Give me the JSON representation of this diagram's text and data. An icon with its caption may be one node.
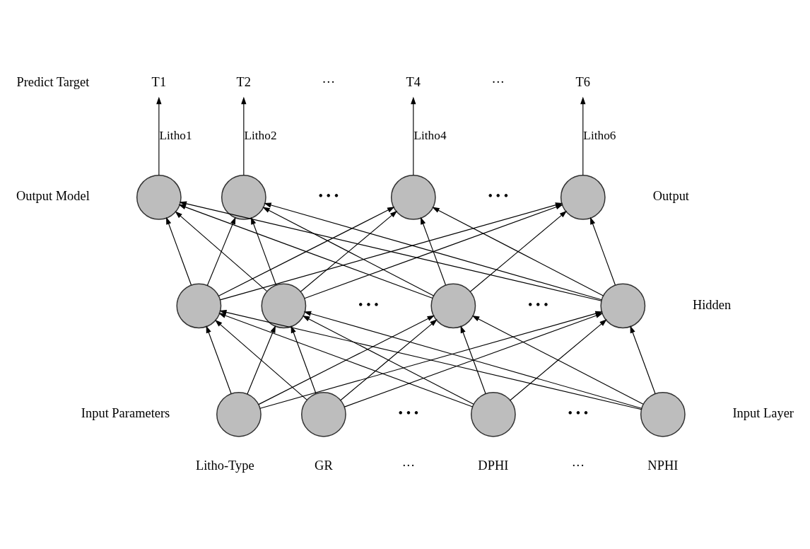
{
  "diagram": {
    "nodes": [
      {
        "text": [
          "T1"
        ]
      },
      {
        "text": [
          "T2"
        ]
      },
      {
        "text": [
          "T4"
        ]
      },
      {
        "text": [
          "T6"
        ]
      },
      {
        "text": [],
        "shape": "circle"
      },
      {
        "text": [],
        "shape": "circle"
      },
      {
        "text": [],
        "shape": "circle"
      },
      {
        "text": [],
        "shape": "circle"
      },
      {
        "text": [],
        "shape": "circle"
      },
      {
        "text": [],
        "shape": "circle"
      },
      {
        "text": [],
        "shape": "circle"
      },
      {
        "text": [],
        "shape": "circle"
      },
      {
        "text": [],
        "shape": "circle",
        "beside": [
          "Litho-Type"
        ]
      },
      {
        "text": [],
        "shape": "circle",
        "beside": [
          "GR"
        ]
      },
      {
        "text": [],
        "shape": "circle",
        "beside": [
          "DPHI"
        ]
      },
      {
        "text": [],
        "shape": "circle",
        "beside": [
          "NPHI"
        ]
      }
    ],
    "edges": [
      {
        "from": 4,
        "to": 0,
        "arrow": "to",
        "label": "Litho1"
      },
      {
        "from": 5,
        "to": 1,
        "arrow": "to",
        "label": "Litho2"
      },
      {
        "from": 6,
        "to": 2,
        "arrow": "to",
        "label": "Litho4"
      },
      {
        "from": 7,
        "to": 3,
        "arrow": "to",
        "label": "Litho6"
      },
      {
        "from": 8,
        "to": 4,
        "arrow": "to"
      },
      {
        "from": 8,
        "to": 5,
        "arrow": "to"
      },
      {
        "from": 8,
        "to": 6,
        "arrow": "to"
      },
      {
        "from": 8,
        "to": 7,
        "arrow": "to"
      },
      {
        "from": 9,
        "to": 4,
        "arrow": "to"
      },
      {
        "from": 9,
        "to": 5,
        "arrow": "to"
      },
      {
        "from": 9,
        "to": 6,
        "arrow": "to"
      },
      {
        "from": 9,
        "to": 7,
        "arrow": "to"
      },
      {
        "from": 10,
        "to": 4,
        "arrow": "to"
      },
      {
        "from": 10,
        "to": 5,
        "arrow": "to"
      },
      {
        "from": 10,
        "to": 6,
        "arrow": "to"
      },
      {
        "from": 10,
        "to": 7,
        "arrow": "to"
      },
      {
        "from": 11,
        "to": 4,
        "arrow": "to"
      },
      {
        "from": 11,
        "to": 5,
        "arrow": "to"
      },
      {
        "from": 11,
        "to": 6,
        "arrow": "to"
      },
      {
        "from": 11,
        "to": 7,
        "arrow": "to"
      },
      {
        "from": 12,
        "to": 8,
        "arrow": "to"
      },
      {
        "from": 12,
        "to": 9,
        "arrow": "to"
      },
      {
        "from": 12,
        "to": 10,
        "arrow": "to"
      },
      {
        "from": 12,
        "to": 11,
        "arrow": "to"
      },
      {
        "from": 13,
        "to": 8,
        "arrow": "to"
      },
      {
        "from": 13,
        "to": 9,
        "arrow": "to"
      },
      {
        "from": 13,
        "to": 10,
        "arrow": "to"
      },
      {
        "from": 13,
        "to": 11,
        "arrow": "to"
      },
      {
        "from": 14,
        "to": 8,
        "arrow": "to"
      },
      {
        "from": 14,
        "to": 9,
        "arrow": "to"
      },
      {
        "from": 14,
        "to": 10,
        "arrow": "to"
      },
      {
        "from": 14,
        "to": 11,
        "arrow": "to"
      },
      {
        "from": 15,
        "to": 8,
        "arrow": "to"
      },
      {
        "from": 15,
        "to": 9,
        "arrow": "to"
      },
      {
        "from": 15,
        "to": 10,
        "arrow": "to"
      },
      {
        "from": 15,
        "to": 11,
        "arrow": "to"
      }
    ],
    "labels": [
      "Predict Target",
      "···",
      "···",
      "• • •",
      "• • •",
      "Output Model",
      "Output",
      "• • •",
      "• • •",
      "Hidden",
      "• • •",
      "• • •",
      "Input Parameters",
      "Input Layer",
      "···",
      "···"
    ]
  }
}
